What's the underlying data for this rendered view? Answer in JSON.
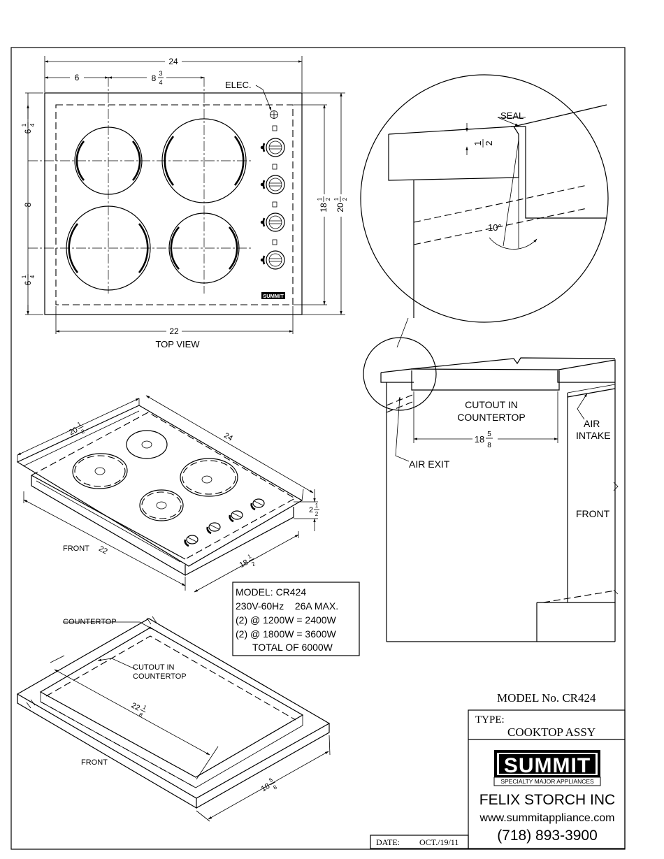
{
  "top_view": {
    "caption": "TOP VIEW",
    "dims": {
      "overall_width": "24",
      "left_offset": "6",
      "burner_spacing_whole": "8",
      "burner_spacing_num": "3",
      "burner_spacing_den": "4",
      "cutout_width": "22",
      "cutout_depth_whole": "18",
      "cutout_depth_num": "1",
      "cutout_depth_den": "2",
      "overall_depth_whole": "20",
      "overall_depth_num": "1",
      "overall_depth_den": "2",
      "top_margin_whole": "6",
      "top_margin_num": "1",
      "top_margin_den": "4",
      "mid_spacing": "8",
      "bottom_margin_whole": "6",
      "bottom_margin_num": "1",
      "bottom_margin_den": "4"
    },
    "elec_label": "ELEC.",
    "brand_badge": "SUMMIT"
  },
  "detail_view": {
    "seal_label": "SEAL",
    "gap_num": "1",
    "gap_den": "2",
    "angle_label": "10°"
  },
  "section_view": {
    "cutout_label_1": "CUTOUT IN",
    "cutout_label_2": "COUNTERTOP",
    "air_intake_1": "AIR",
    "air_intake_2": "INTAKE",
    "air_exit": "AIR EXIT",
    "front": "FRONT",
    "cutout_dim_whole": "18",
    "cutout_dim_num": "5",
    "cutout_dim_den": "8"
  },
  "iso_view": {
    "depth_whole": "20",
    "depth_num": "1",
    "depth_den": "2",
    "width": "24",
    "height_whole": "2",
    "height_num": "1",
    "height_den": "2",
    "front": "FRONT",
    "front_width": "22",
    "cut_depth_whole": "18",
    "cut_depth_num": "1",
    "cut_depth_den": "2"
  },
  "spec_box": {
    "lines": [
      "MODEL: CR424",
      "230V-60Hz    26A MAX.",
      "(2) @ 1200W = 2400W",
      "(2) @ 1800W = 3600W",
      "TOTAL OF 6000W"
    ]
  },
  "counter_view": {
    "countertop": "COUNTERTOP",
    "cutout_1": "CUTOUT IN",
    "cutout_2": "COUNTERTOP",
    "front": "FRONT",
    "len_whole": "22",
    "len_num": "1",
    "len_den": "8",
    "dep_whole": "18",
    "dep_num": "5",
    "dep_den": "8"
  },
  "title_block": {
    "model_no": "MODEL No. CR424",
    "type_label": "TYPE:",
    "type_value": "COOKTOP ASSY",
    "logo_text": "SUMMIT",
    "logo_sub": "SPECIALTY MAJOR APPLIANCES",
    "company": "FELIX STORCH INC",
    "website": "www.summitappliance.com",
    "phone": "(718) 893-3900",
    "date_label": "DATE:",
    "date_value": "OCT./19/11"
  }
}
